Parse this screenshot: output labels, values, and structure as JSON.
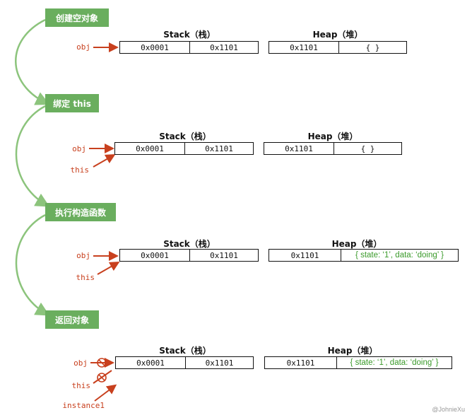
{
  "steps": [
    {
      "label": "创建空对象"
    },
    {
      "label": "绑定 this"
    },
    {
      "label": "执行构造函数"
    },
    {
      "label": "返回对象"
    }
  ],
  "stack_label": "Stack（栈）",
  "heap_label": "Heap（堆）",
  "refs": {
    "obj": "obj",
    "this": "this",
    "instance1": "instance1"
  },
  "stages": [
    {
      "stack": [
        "0x0001",
        "0x1101"
      ],
      "heap": [
        "0x1101",
        "{ }"
      ]
    },
    {
      "stack": [
        "0x0001",
        "0x1101"
      ],
      "heap": [
        "0x1101",
        "{ }"
      ]
    },
    {
      "stack": [
        "0x0001",
        "0x1101"
      ],
      "heap": [
        "0x1101",
        "{ state: ‘1’, data: ‘doing’ }"
      ]
    },
    {
      "stack": [
        "0x0001",
        "0x1101"
      ],
      "heap": [
        "0x1101",
        "{ state: ‘1’, data: ‘doing’ }"
      ]
    }
  ],
  "credit": "@JohnieXu",
  "colors": {
    "step_bg": "#6aae5e",
    "flow_curve": "#8cc47c",
    "ref_arrow": "#c8401e",
    "heap_object_text": "#3a9a2a"
  },
  "icons": [
    "curved-flow-arrow-icon",
    "reference-arrow-icon",
    "prohibited-icon"
  ]
}
